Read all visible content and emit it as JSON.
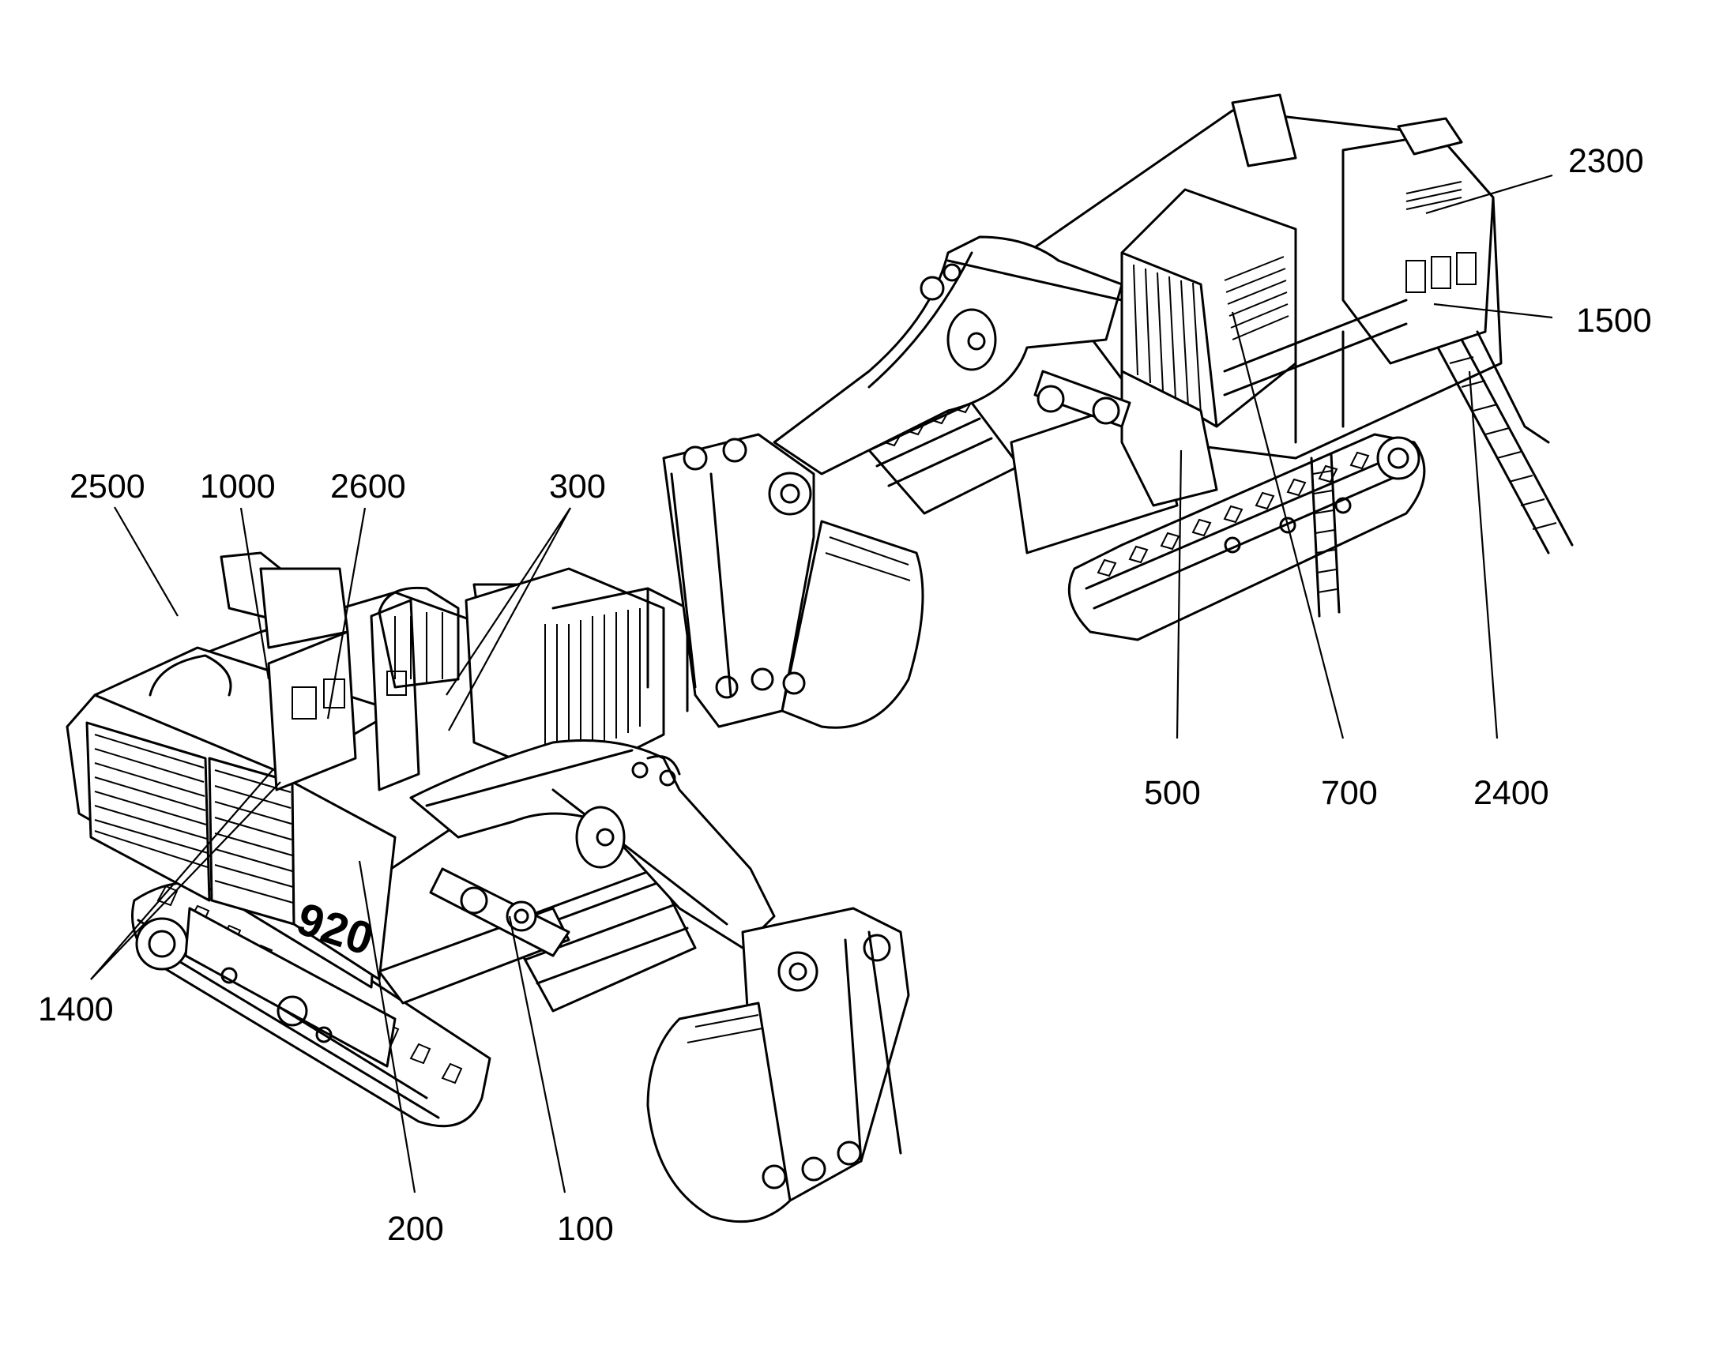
{
  "diagram": {
    "labels": {
      "l100": "100",
      "l200": "200",
      "l300": "300",
      "l500": "500",
      "l700": "700",
      "l1000": "1000",
      "l1400": "1400",
      "l1500": "1500",
      "l2300": "2300",
      "l2400": "2400",
      "l2500": "2500",
      "l2600": "2600"
    },
    "model_marking": "920"
  }
}
